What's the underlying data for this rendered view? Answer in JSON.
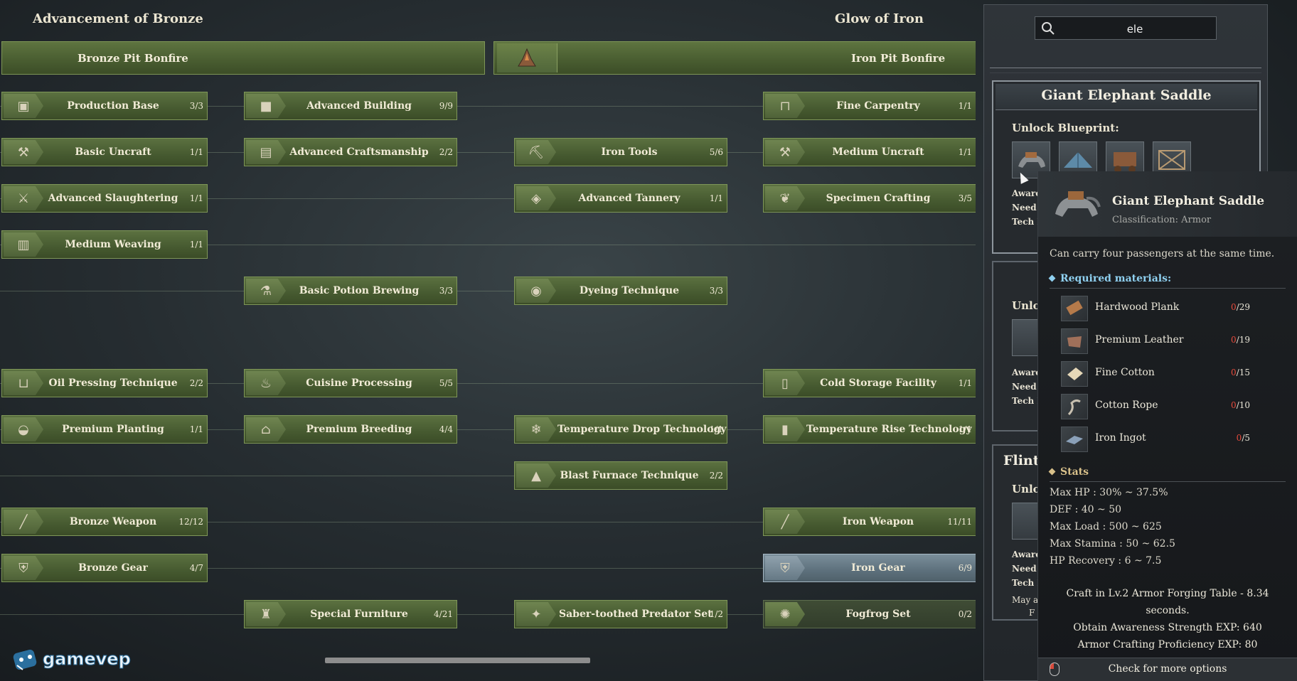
{
  "eras": {
    "left_title": "Advancement of Bronze",
    "right_title": "Glow of Iron",
    "left_bar": "Bronze Pit Bonfire",
    "right_bar": "Iron Pit Bonfire"
  },
  "nodes": {
    "production_base": {
      "name": "Production Base",
      "count": "3/3"
    },
    "advanced_building": {
      "name": "Advanced Building",
      "count": "9/9"
    },
    "fine_carpentry": {
      "name": "Fine Carpentry",
      "count": "1/1"
    },
    "basic_uncraft": {
      "name": "Basic Uncraft",
      "count": "1/1"
    },
    "advanced_craftsmanship": {
      "name": "Advanced Craftsmanship",
      "count": "2/2"
    },
    "iron_tools": {
      "name": "Iron Tools",
      "count": "5/6"
    },
    "medium_uncraft": {
      "name": "Medium Uncraft",
      "count": "1/1"
    },
    "advanced_slaughtering": {
      "name": "Advanced Slaughtering",
      "count": "1/1"
    },
    "advanced_tannery": {
      "name": "Advanced Tannery",
      "count": "1/1"
    },
    "specimen_crafting": {
      "name": "Specimen Crafting",
      "count": "3/5"
    },
    "medium_weaving": {
      "name": "Medium Weaving",
      "count": "1/1"
    },
    "basic_potion_brewing": {
      "name": "Basic Potion Brewing",
      "count": "3/3"
    },
    "dyeing_technique": {
      "name": "Dyeing Technique",
      "count": "3/3"
    },
    "oil_pressing": {
      "name": "Oil Pressing Technique",
      "count": "2/2"
    },
    "cuisine_processing": {
      "name": "Cuisine Processing",
      "count": "5/5"
    },
    "cold_storage": {
      "name": "Cold Storage Facility",
      "count": "1/1"
    },
    "premium_planting": {
      "name": "Premium Planting",
      "count": "1/1"
    },
    "premium_breeding": {
      "name": "Premium Breeding",
      "count": "4/4"
    },
    "temp_drop": {
      "name": "Temperature Drop Technology",
      "count": "1/1"
    },
    "temp_rise": {
      "name": "Temperature Rise Technology",
      "count": "1/1"
    },
    "blast_furnace": {
      "name": "Blast Furnace Technique",
      "count": "2/2"
    },
    "bronze_weapon": {
      "name": "Bronze Weapon",
      "count": "12/12"
    },
    "iron_weapon": {
      "name": "Iron Weapon",
      "count": "11/11"
    },
    "bronze_gear": {
      "name": "Bronze Gear",
      "count": "4/7"
    },
    "iron_gear": {
      "name": "Iron Gear",
      "count": "6/9"
    },
    "special_furniture": {
      "name": "Special Furniture",
      "count": "4/21"
    },
    "saber_toothed": {
      "name": "Saber-toothed Predator Set",
      "count": "1/2"
    },
    "fogfrog": {
      "name": "Fogfrog Set",
      "count": "0/2"
    }
  },
  "search": {
    "value": "ele"
  },
  "panel": {
    "card1_title": "Giant Elephant Saddle",
    "unlock_label": "Unlock Blueprint:",
    "card1_meta": [
      "Aware",
      "Need t",
      "Tech P"
    ],
    "card2_unlock": "Unlo",
    "card2_meta": [
      "Aware",
      "Need t",
      "Tech P"
    ],
    "card3_title": "Flint T",
    "card3_unlock": "Unlo",
    "card3_meta": [
      "Aware",
      "Need t",
      "Tech P"
    ],
    "card3_may": "May a",
    "card3_may2": "F"
  },
  "tooltip": {
    "name": "Giant Elephant Saddle",
    "classification": "Classification: Armor",
    "description": "Can carry four passengers at the same time.",
    "materials_label": "Required materials:",
    "materials": [
      {
        "name": "Hardwood Plank",
        "have": "0",
        "need": "/29"
      },
      {
        "name": "Premium Leather",
        "have": "0",
        "need": "/19"
      },
      {
        "name": "Fine Cotton",
        "have": "0",
        "need": "/15"
      },
      {
        "name": "Cotton Rope",
        "have": "0",
        "need": "/10"
      },
      {
        "name": "Iron Ingot",
        "have": "0",
        "need": "/5"
      }
    ],
    "stats_label": "Stats",
    "stats": [
      "Max HP : 30% ~ 37.5%",
      "DEF : 40 ~ 50",
      "Max Load : 500 ~ 625",
      "Max Stamina : 50 ~ 62.5",
      "HP Recovery : 6 ~ 7.5"
    ],
    "craft_lines": [
      "Craft in Lv.2 Armor Forging Table - 8.34",
      "seconds.",
      "Obtain Awareness Strength EXP: 640",
      "Armor Crafting Proficiency EXP: 80"
    ],
    "footer": "Check for more options"
  },
  "logo": {
    "text": "gamevep"
  },
  "colors": {
    "node_green": "#4a5e31",
    "highlight_blue": "#5d707c",
    "material_red": "#e84b3c",
    "section_blue": "#8fd0f0",
    "section_gold": "#d8c08a"
  }
}
